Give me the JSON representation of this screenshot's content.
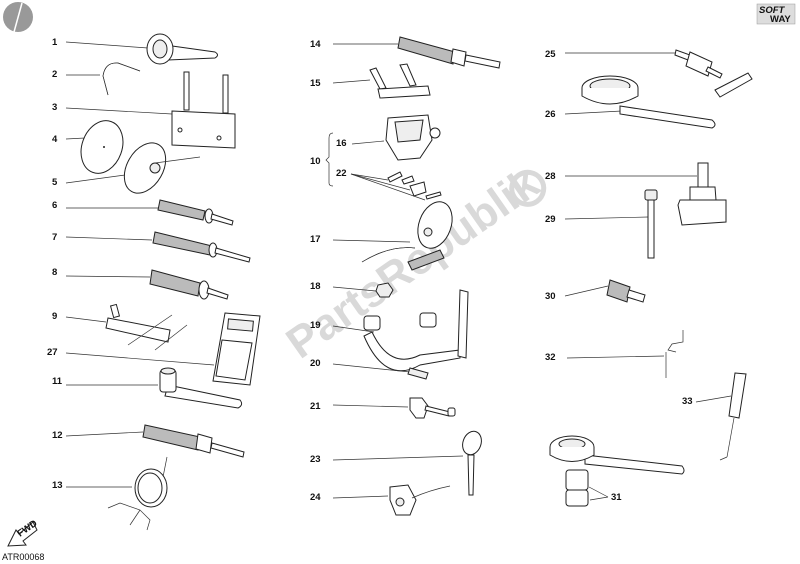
{
  "diagram": {
    "code": "ATR00068",
    "brand_logo": {
      "line1": "SOFT",
      "line2": "WAY"
    },
    "fwd_label": "FWD",
    "watermark": "PartsRepublik",
    "group_bracket_label": "10",
    "callouts": [
      {
        "id": "1"
      },
      {
        "id": "2"
      },
      {
        "id": "3"
      },
      {
        "id": "4"
      },
      {
        "id": "5"
      },
      {
        "id": "6"
      },
      {
        "id": "7"
      },
      {
        "id": "8"
      },
      {
        "id": "9"
      },
      {
        "id": "27"
      },
      {
        "id": "11"
      },
      {
        "id": "12"
      },
      {
        "id": "13"
      },
      {
        "id": "14"
      },
      {
        "id": "15"
      },
      {
        "id": "16"
      },
      {
        "id": "22"
      },
      {
        "id": "17"
      },
      {
        "id": "18"
      },
      {
        "id": "19"
      },
      {
        "id": "20"
      },
      {
        "id": "21"
      },
      {
        "id": "23"
      },
      {
        "id": "24"
      },
      {
        "id": "25"
      },
      {
        "id": "26"
      },
      {
        "id": "28"
      },
      {
        "id": "29"
      },
      {
        "id": "30"
      },
      {
        "id": "32"
      },
      {
        "id": "33"
      },
      {
        "id": "31"
      }
    ]
  }
}
